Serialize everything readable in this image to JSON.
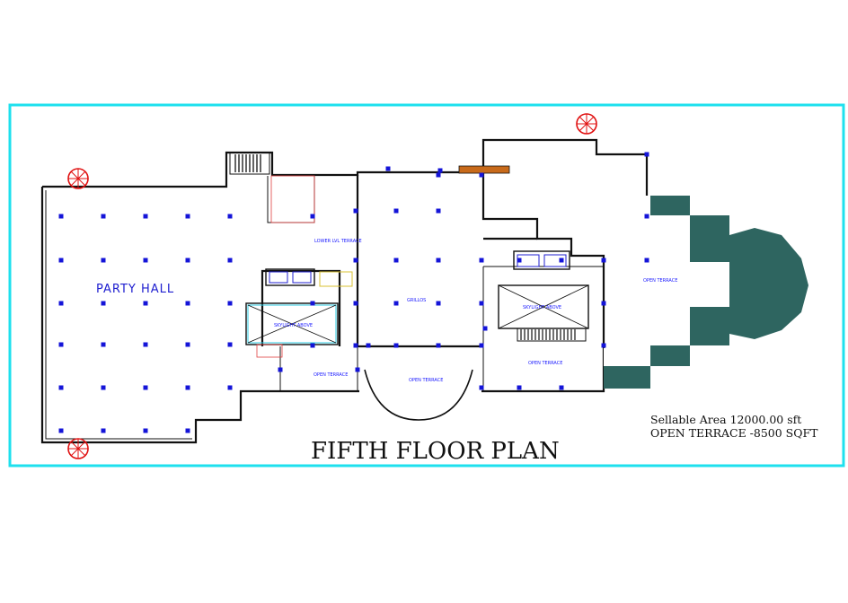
{
  "drawing": {
    "title": "FIFTH FLOOR PLAN",
    "sellable_area": "Sellable Area 12000.00 sft",
    "open_terrace_area": "OPEN TERRACE -8500 SQFT"
  },
  "rooms": {
    "party_hall": "PARTY HALL",
    "lower_level_terrace": "LOWER LVL TERRACE",
    "grillos": "GRILLOS",
    "skylight_left": "SKYLIGHT ABOVE",
    "skylight_right": "SKYLIGHT ABOVE",
    "open_terrace_left": "OPEN TERRACE",
    "open_terrace_center": "OPEN TERRACE",
    "open_terrace_right": "OPEN TERRACE",
    "open_terrace_east": "OPEN TERRACE"
  },
  "colors": {
    "border": "#1ee0ee",
    "terrace_fill": "#2e6560",
    "column": "#1414d8",
    "fire_symbol": "#e01010"
  },
  "icons": {
    "stair": "stair-icon",
    "fire_hydrant": "fire-hydrant-icon",
    "lift": "lift-icon"
  }
}
